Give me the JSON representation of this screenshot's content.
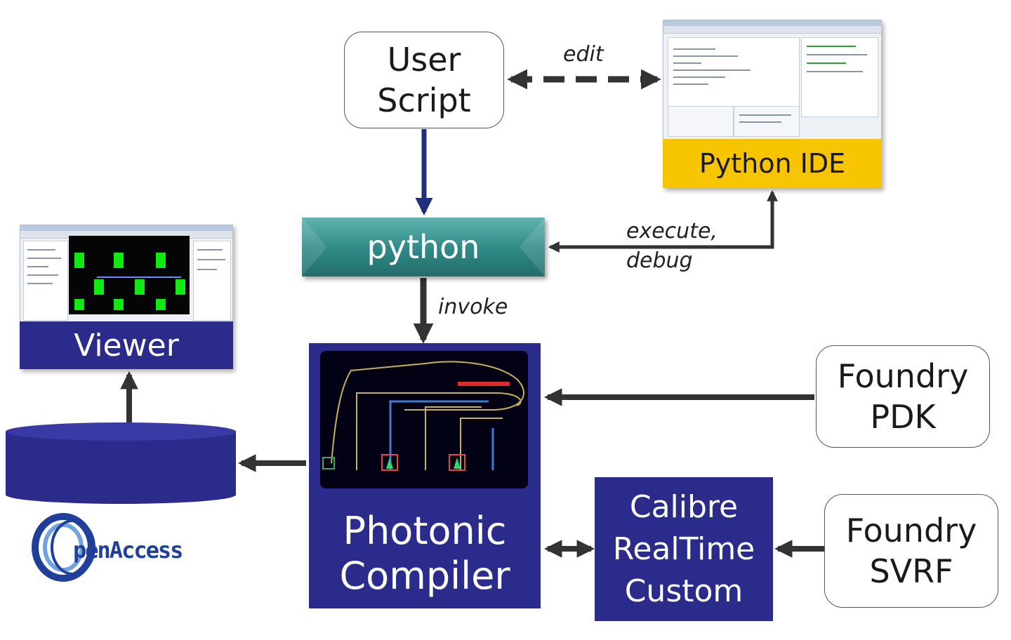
{
  "nodes": {
    "user_script": {
      "line1": "User",
      "line2": "Script"
    },
    "python_ide": {
      "label": "Python IDE"
    },
    "python": {
      "label": "python"
    },
    "viewer": {
      "label": "Viewer"
    },
    "photonic_compiler": {
      "line1": "Photonic",
      "line2": "Compiler"
    },
    "foundry_pdk": {
      "line1": "Foundry",
      "line2": "PDK"
    },
    "calibre": {
      "line1": "Calibre",
      "line2": "RealTime",
      "line3": "Custom"
    },
    "foundry_svrf": {
      "line1": "Foundry",
      "line2": "SVRF"
    },
    "openaccess": {
      "label": "penAccess"
    }
  },
  "edges": {
    "edit": "edit",
    "execute_line1": "execute,",
    "execute_line2": "debug",
    "invoke": "invoke"
  },
  "colors": {
    "navy": "#2b2b8c",
    "teal": "#2f8885",
    "ide_yellow": "#f7c500",
    "arrow_dark": "#333333",
    "arrow_blue": "#1f2f7a",
    "layout_green": "#12e812"
  }
}
